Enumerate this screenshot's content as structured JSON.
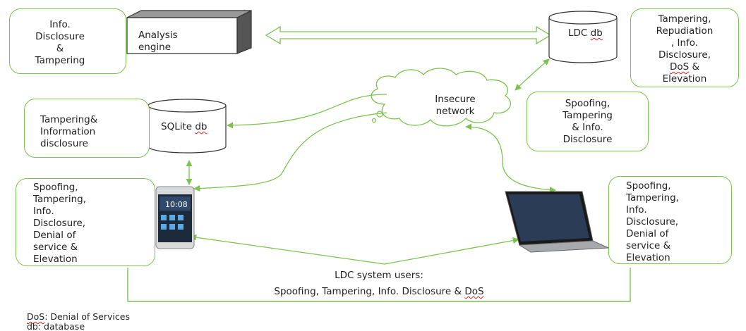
{
  "nodes": {
    "analysis_engine_threats": "Info.\nDisclosure\n&\nTampering",
    "analysis_engine": "Analysis\nengine",
    "ldc_db": {
      "prefix": "LDC ",
      "db": "db"
    },
    "ldc_db_threats": {
      "line1": "Tampering,\nRepudiation\n, Info.\nDisclosure,\n",
      "dos": "DoS",
      "line2": " &\nElevation"
    },
    "network": "Insecure\nnetwork",
    "network_threats": "Spoofing,\nTampering\n& Info.\nDisclosure",
    "sqlite_db": {
      "prefix": "SQLite ",
      "db": "db"
    },
    "sqlite_threats": "Tampering&\nInformation\ndisclosure",
    "phone_threats": "Spoofing,\nTampering,\nInfo.\nDisclosure,\nDenial of\nservice &\nElevation",
    "laptop_threats": "Spoofing,\nTampering,\nInfo.\nDisclosure,\nDenial of\nservice &\nElevation",
    "users_title": "LDC system users:",
    "users_threats": {
      "text": "Spoofing, Tampering, Info. Disclosure & ",
      "dos": "DoS"
    }
  },
  "legend": [
    {
      "term": "DoS",
      "def": ": Denial of Services"
    },
    {
      "term": "db",
      "def": ": database"
    }
  ],
  "colors": {
    "connector": "#7ac34d",
    "outline": "#7ac34d",
    "text": "#222222"
  },
  "icons": [
    "smartphone-icon",
    "laptop-icon",
    "cloud-icon",
    "database-icon",
    "cube-icon"
  ]
}
